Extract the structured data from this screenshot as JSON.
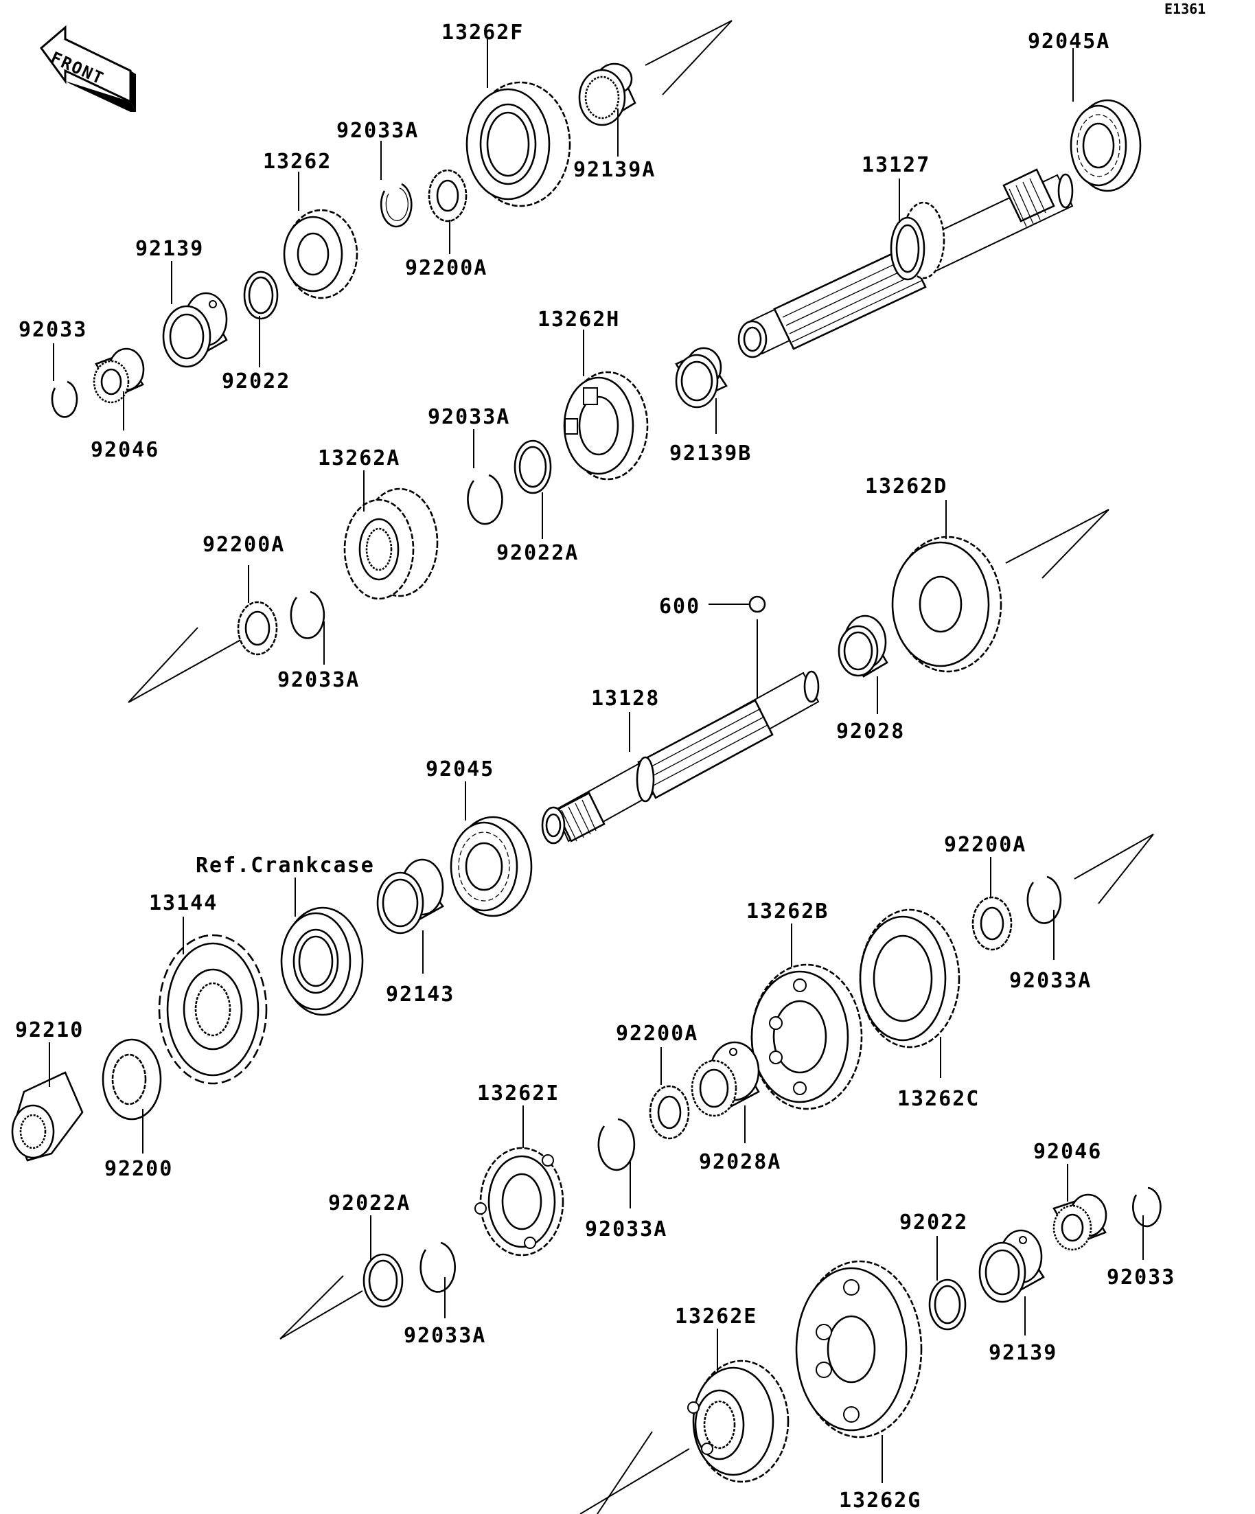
{
  "diagram_code": "E1361",
  "front_badge": "FRONT",
  "callouts": {
    "c13262F": "13262F",
    "c92045A": "92045A",
    "c92139A": "92139A",
    "c92033A_1": "92033A",
    "c13262": "13262",
    "c13127": "13127",
    "c92200A_1": "92200A",
    "c92139": "92139",
    "c92033": "92033",
    "c92022": "92022",
    "c92046": "92046",
    "c13262H": "13262H",
    "c92033A_2": "92033A",
    "c92139B": "92139B",
    "c13262A": "13262A",
    "c92022A_1": "92022A",
    "c13262D": "13262D",
    "c92200A_2": "92200A",
    "c92033A_3": "92033A",
    "c600": "600",
    "c13128": "13128",
    "c92028": "92028",
    "c92045": "92045",
    "c_ref_crankcase": "Ref.Crankcase",
    "c92200A_3": "92200A",
    "c13144": "13144",
    "c13262B": "13262B",
    "c92143": "92143",
    "c92033A_4": "92033A",
    "c92210": "92210",
    "c92200A_4": "92200A",
    "c13262C": "13262C",
    "c13262I": "13262I",
    "c92028A": "92028A",
    "c92200": "92200",
    "c92046_2": "92046",
    "c92022A_2": "92022A",
    "c92022_2": "92022",
    "c92033A_5": "92033A",
    "c92033A_6": "92033A",
    "c92033_2": "92033",
    "c13262E": "13262E",
    "c92139_2": "92139",
    "c13262G": "13262G"
  },
  "colors": {
    "ink": "#000000",
    "paper": "#ffffff"
  }
}
